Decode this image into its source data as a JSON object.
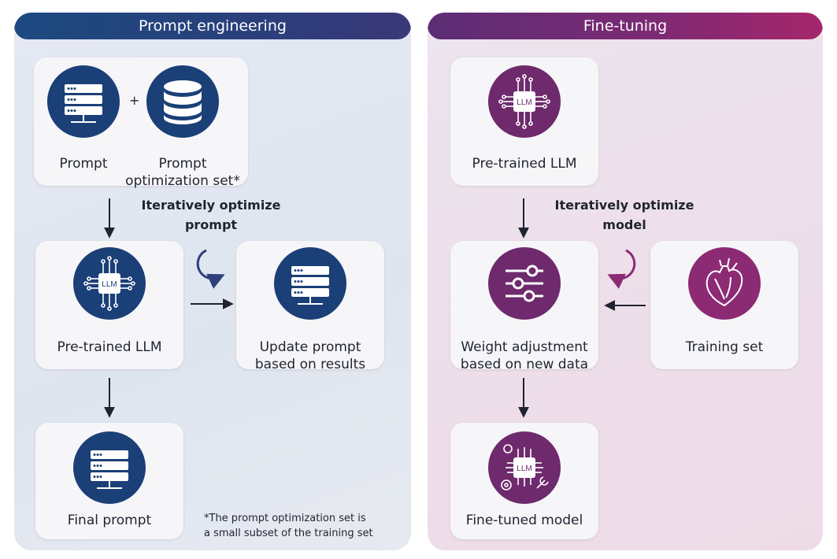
{
  "left_panel": {
    "title": "Prompt engineering",
    "card_inputs": {
      "prompt_label": "Prompt",
      "plus": "+",
      "optimization_label_line1": "Prompt",
      "optimization_label_line2": "optimization set*"
    },
    "iterate_note_line1": "Iteratively optimize",
    "iterate_note_line2": "prompt",
    "llm_card_label": "Pre-trained LLM",
    "llm_chip_text": "LLM",
    "update_label_line1": "Update prompt",
    "update_label_line2": "based on results",
    "final_label": "Final prompt",
    "footnote_line1": "*The prompt optimization set is",
    "footnote_line2": "a small subset of the training set"
  },
  "right_panel": {
    "title": "Fine-tuning",
    "pretrained_label": "Pre-trained LLM",
    "llm_chip_text": "LLM",
    "iterate_note_line1": "Iteratively optimize",
    "iterate_note_line2": "model",
    "weight_label_line1": "Weight adjustment",
    "weight_label_line2": "based on new data",
    "training_label": "Training set",
    "finetuned_label": "Fine-tuned model",
    "finetuned_chip_text": "LLM"
  },
  "colors": {
    "blue_circle": "#1b3f77",
    "purple_circle": "#6e2a6c",
    "training_circle": "#8c2a74",
    "left_header_start": "#1c4a80",
    "right_header_end": "#a6266a"
  },
  "icons": {
    "prompt": "server-icon",
    "optimization_set": "database-icon",
    "llm": "chip-icon",
    "update": "server-icon",
    "final": "server-icon",
    "weights": "sliders-icon",
    "training": "heart-icon",
    "finetuned": "chip-gear-wrench-icon"
  }
}
